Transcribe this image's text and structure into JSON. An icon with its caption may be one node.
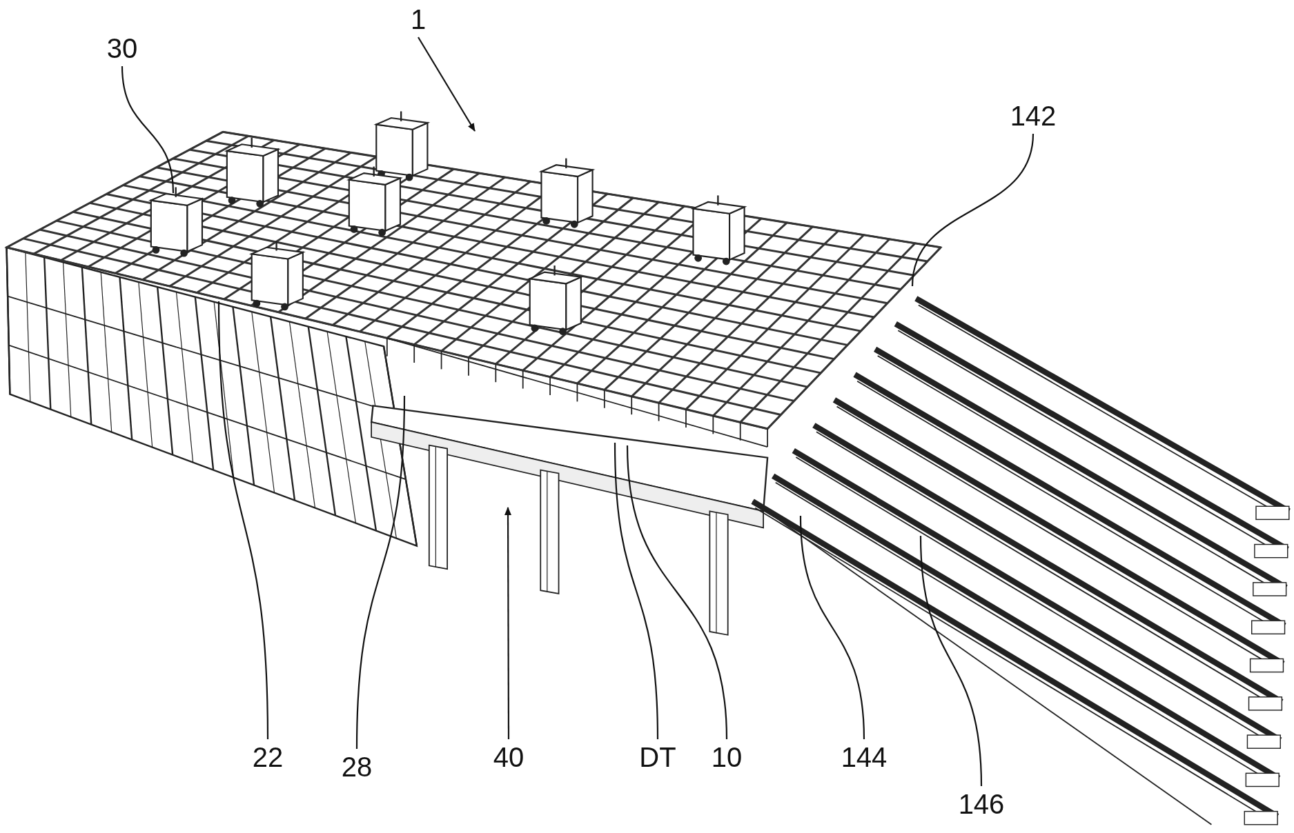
{
  "diagram": {
    "nodes": [
      {
        "text": [
          "30"
        ]
      },
      {
        "text": [
          "1"
        ]
      },
      {
        "text": [
          "142"
        ]
      },
      {
        "text": [
          "22"
        ]
      },
      {
        "text": [
          "28"
        ]
      },
      {
        "text": [
          "40"
        ]
      },
      {
        "text": [
          "DT"
        ]
      },
      {
        "text": [
          "10"
        ]
      },
      {
        "text": [
          "144"
        ]
      },
      {
        "text": [
          "146"
        ]
      }
    ],
    "edges": [
      {
        "from": 0,
        "to": null,
        "arrow": "none"
      },
      {
        "from": 1,
        "to": null,
        "arrow": "to"
      },
      {
        "from": 2,
        "to": null,
        "arrow": "none"
      },
      {
        "from": 3,
        "to": null,
        "arrow": "none"
      },
      {
        "from": 4,
        "to": null,
        "arrow": "none"
      },
      {
        "from": 5,
        "to": null,
        "arrow": "to"
      },
      {
        "from": 6,
        "to": null,
        "arrow": "none"
      },
      {
        "from": 7,
        "to": null,
        "arrow": "none"
      },
      {
        "from": 8,
        "to": null,
        "arrow": "none"
      },
      {
        "from": 9,
        "to": null,
        "arrow": "none"
      }
    ]
  }
}
